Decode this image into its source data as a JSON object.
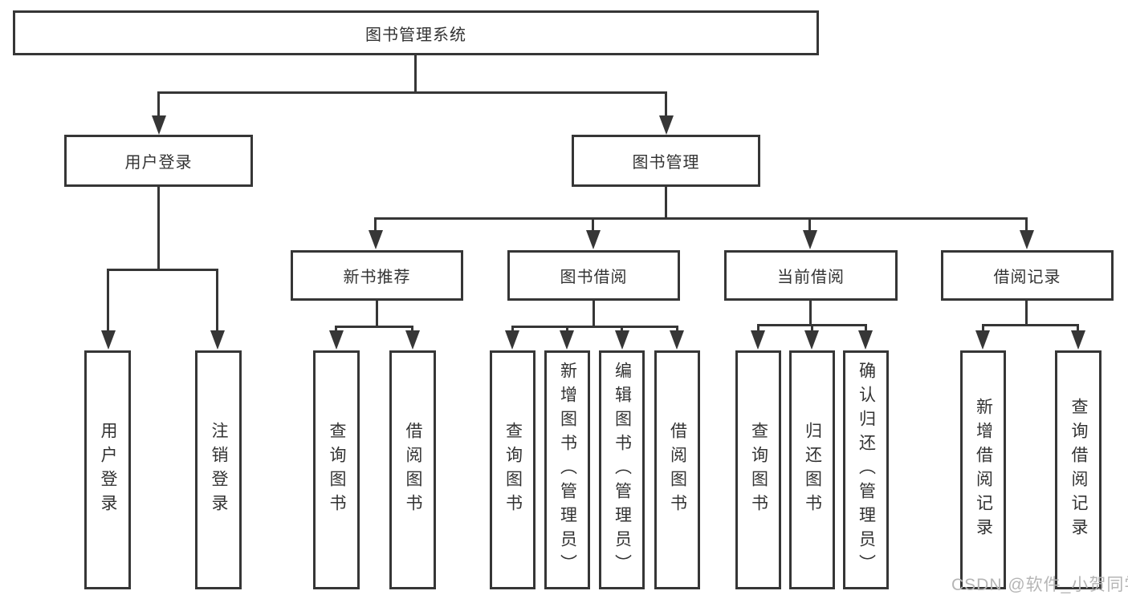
{
  "nodes": {
    "root": {
      "label": "图书管理系统"
    },
    "user_login": {
      "label": "用户登录"
    },
    "book_management": {
      "label": "图书管理"
    },
    "new_book_recommend": {
      "label": "新书推荐"
    },
    "book_borrow": {
      "label": "图书借阅"
    },
    "current_borrow": {
      "label": "当前借阅"
    },
    "borrow_record": {
      "label": "借阅记录"
    },
    "leaf_user_login": {
      "label": "用户登录"
    },
    "leaf_logout": {
      "label": "注销登录"
    },
    "leaf_nb_query": {
      "label": "查询图书"
    },
    "leaf_nb_borrow": {
      "label": "借阅图书"
    },
    "leaf_bb_query": {
      "label": "查询图书"
    },
    "leaf_bb_add": {
      "label": "新增图书（管理员）"
    },
    "leaf_bb_edit": {
      "label": "编辑图书（管理员）"
    },
    "leaf_bb_borrow": {
      "label": "借阅图书"
    },
    "leaf_cb_query": {
      "label": "查询图书"
    },
    "leaf_cb_return": {
      "label": "归还图书"
    },
    "leaf_cb_confirm": {
      "label": "确认归还（管理员）"
    },
    "leaf_br_add": {
      "label": "新增借阅记录"
    },
    "leaf_br_query": {
      "label": "查询借阅记录"
    }
  },
  "hierarchy": {
    "图书管理系统": [
      "用户登录",
      "图书管理"
    ],
    "用户登录": [
      "用户登录",
      "注销登录"
    ],
    "图书管理": [
      "新书推荐",
      "图书借阅",
      "当前借阅",
      "借阅记录"
    ],
    "新书推荐": [
      "查询图书",
      "借阅图书"
    ],
    "图书借阅": [
      "查询图书",
      "新增图书（管理员）",
      "编辑图书（管理员）",
      "借阅图书"
    ],
    "当前借阅": [
      "查询图书",
      "归还图书",
      "确认归还（管理员）"
    ],
    "借阅记录": [
      "新增借阅记录",
      "查询借阅记录"
    ]
  },
  "watermark": {
    "text": "CSDN @软件_小贺同学"
  },
  "colors": {
    "line": "#363636",
    "text": "#333333",
    "background": "#ffffff",
    "watermark": "#b5b5b5"
  }
}
